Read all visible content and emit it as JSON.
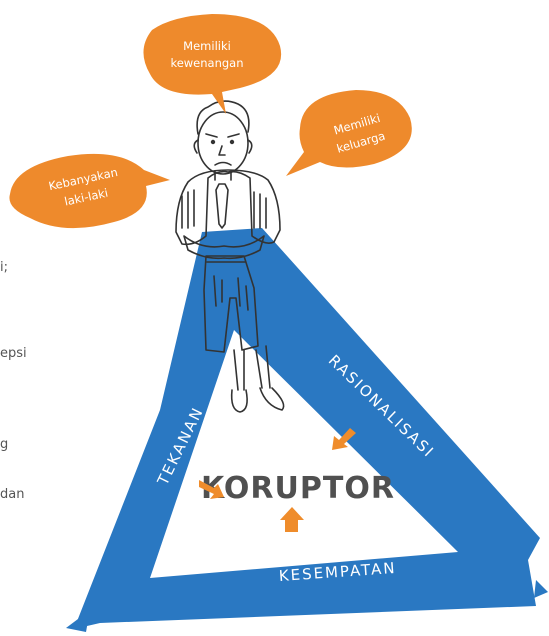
{
  "bubbles": {
    "top": {
      "line1": "Memiliki",
      "line2": "kewenangan"
    },
    "right": {
      "line1": "Memiliki",
      "line2": "keluarga"
    },
    "left": {
      "line1": "Kebanyakan",
      "line2": "laki-laki"
    }
  },
  "triangle": {
    "left_side": "TEKANAN",
    "right_side": "RASIONALISASI",
    "bottom_side": "KESEMPATAN",
    "center": "KORUPTOR"
  },
  "cropped_text": {
    "frag1": "i;",
    "frag2": "epsi",
    "frag3": "g",
    "frag4": "dan"
  },
  "colors": {
    "triangle_blue": "#2a78c2",
    "bubble_orange": "#ee8a2c",
    "arrow_orange": "#ef8c2b",
    "center_text": "#505050"
  }
}
